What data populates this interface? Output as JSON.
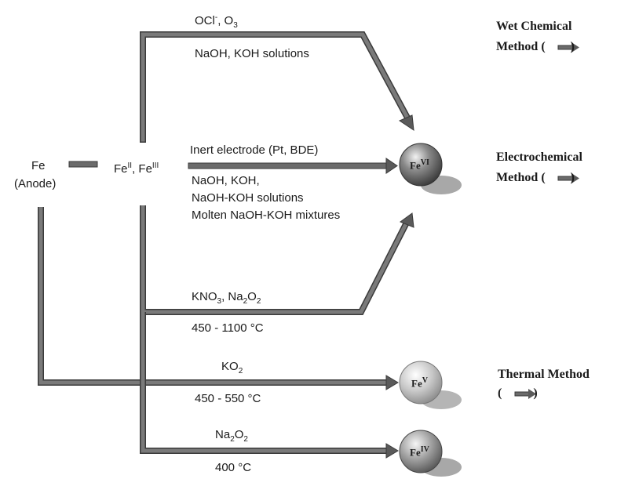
{
  "nodes": {
    "fe": {
      "line1": "Fe",
      "line2": "(Anode)"
    },
    "fe_ii_iii": {
      "pre": "Fe",
      "sup1": "II",
      "mid": ", Fe",
      "sup2": "III"
    },
    "fe6": {
      "base": "Fe",
      "ox": "VI"
    },
    "fe5": {
      "base": "Fe",
      "ox": "V"
    },
    "fe4": {
      "base": "Fe",
      "ox": "IV"
    }
  },
  "wet_route": {
    "reagent": {
      "pre": "OCl",
      "sup": "-",
      "post": ", O",
      "sub": "3"
    },
    "medium": "NaOH, KOH solutions"
  },
  "electro_route": {
    "electrode": "Inert electrode (Pt, BDE)",
    "media": [
      "NaOH, KOH,",
      "NaOH-KOH solutions",
      "Molten NaOH-KOH mixtures"
    ]
  },
  "thermal_route_1": {
    "reagent": {
      "a": "KNO",
      "a_sub": "3",
      "b": ", Na",
      "b_sub": "2",
      "c": "O",
      "c_sub": "2"
    },
    "temperature": "450 - 1100 °C"
  },
  "thermal_route_2": {
    "reagent": {
      "a": "KO",
      "a_sub": "2"
    },
    "temperature": "450 - 550 °C"
  },
  "thermal_route_3": {
    "reagent": {
      "a": "Na",
      "a_sub": "2",
      "b": "O",
      "b_sub": "2"
    },
    "temperature": "400 °C"
  },
  "methods": {
    "wet": {
      "line1": "Wet Chemical",
      "line2": "Method (",
      "close": ")"
    },
    "electrochemical": {
      "line1": "Electrochemical",
      "line2": "Method (",
      "close": ")"
    },
    "thermal": {
      "line1": "Thermal Method",
      "line2": "(",
      "close": ")"
    }
  },
  "colors": {
    "arrow": "#6b6b6b",
    "arrow_edge": "#3a3a3a",
    "sphere_dark": "#555555",
    "sphere_light": "#bdbdbd"
  }
}
